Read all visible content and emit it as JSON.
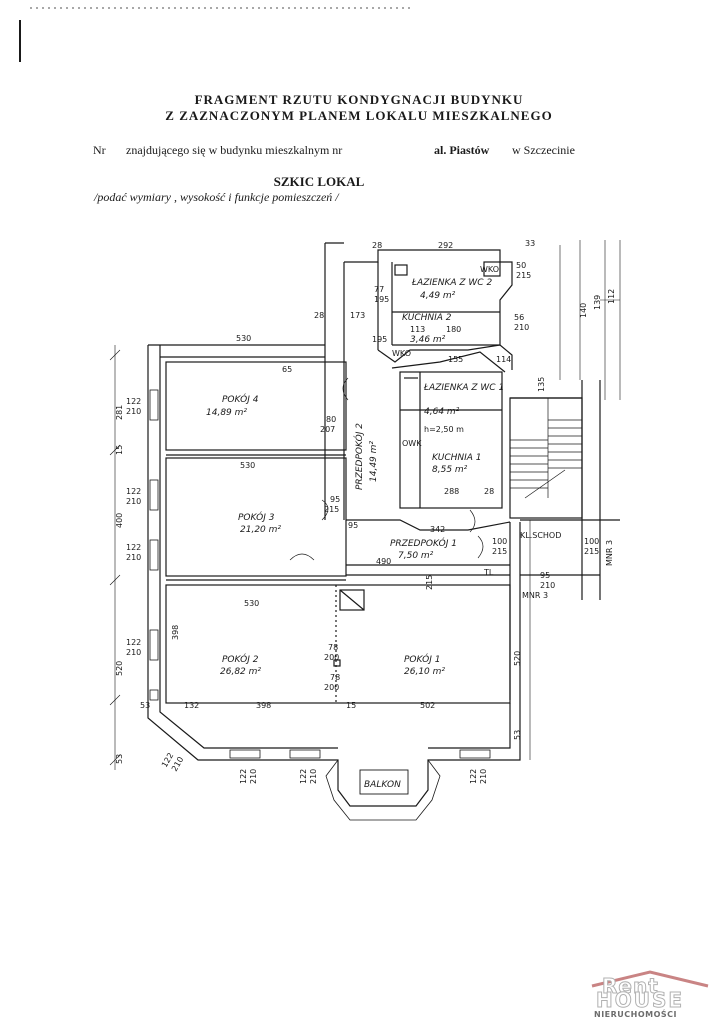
{
  "header": {
    "title_line1": "FRAGMENT  RZUTU  KONDYGNACJI BUDYNKU",
    "title_line2": "Z ZAZNACZONYM PLANEM LOKALU MIESZKALNEGO",
    "nr_label": "Nr",
    "located_text": "znajdującego się w budynku mieszkalnym nr",
    "street": "al. Piastów",
    "city": "w Szczecinie",
    "sketch_title": "SZKIC LOKAL",
    "sketch_hint": "/podać wymiary , wysokość i funkcje pomieszczeń /"
  },
  "rooms": {
    "lazienka2": {
      "name": "ŁAZIENKA Z WC 2",
      "area": "4,49 m²"
    },
    "kuchnia2": {
      "name": "KUCHNIA 2",
      "area": "3,46 m²"
    },
    "lazienka1": {
      "name": "ŁAZIENKA Z WC 1",
      "area": "4,64 m²"
    },
    "kuchnia1": {
      "name": "KUCHNIA 1",
      "area": "8,55 m²"
    },
    "pokoj4": {
      "name": "POKÓJ 4",
      "area": "14,89 m²"
    },
    "pokoj3": {
      "name": "POKÓJ 3",
      "area": "21,20 m²"
    },
    "przedpokoj2": {
      "name": "PRZEDPOKÓJ 2",
      "area": "14,49 m²"
    },
    "przedpokoj1": {
      "name": "PRZEDPOKÓJ 1",
      "area": "7,50 m²"
    },
    "pokoj2": {
      "name": "POKÓJ 2",
      "area": "26,82 m²"
    },
    "pokoj1": {
      "name": "POKÓJ 1",
      "area": "26,10 m²"
    },
    "balkon": {
      "name": "BALKON"
    }
  },
  "labels": {
    "wko1": "WKO",
    "wko2": "WKO",
    "owk": "OWK",
    "height": "h=2,50 m",
    "kl_schod": "KL.SCHOD",
    "mnr3a": "MNR 3",
    "mnr3b": "MNR 3",
    "tl": "TL"
  },
  "dimensions": {
    "d292": "292",
    "d28a": "28",
    "d33": "33",
    "d50": "50",
    "d215a": "215",
    "d77": "77",
    "d195a": "195",
    "d173": "173",
    "d28b": "28",
    "d113": "113",
    "d180": "180",
    "d56": "56",
    "d210a": "210",
    "d195b": "195",
    "d530a": "530",
    "d65": "65",
    "d155": "155",
    "d114": "114",
    "d80": "80",
    "d207": "207",
    "d135": "135",
    "d122a": "122",
    "d210b": "210",
    "d281": "281",
    "d15": "15",
    "d530b": "530",
    "d400": "400",
    "d122b": "122",
    "d210c": "210",
    "d95a": "95",
    "d215b": "215",
    "d288": "288",
    "d28c": "28",
    "d122c": "122",
    "d210d": "210",
    "d95b": "95",
    "d342": "342",
    "d490": "490",
    "d215c": "215",
    "d100a": "100",
    "d215d": "215",
    "d100b": "100",
    "d215e": "215",
    "d95c": "95",
    "d210e": "210",
    "d530c": "530",
    "d398a": "398",
    "d122d": "122",
    "d210f": "210",
    "d78a": "78",
    "d200a": "200",
    "d78b": "78",
    "d200b": "200",
    "d520a": "520",
    "d520b": "520",
    "d53a": "53",
    "d132": "132",
    "d398b": "398",
    "d15b": "15",
    "d502": "502",
    "d53b": "53",
    "d53c": "53",
    "d122e": "122",
    "d210g": "210",
    "d122f": "122",
    "d210h": "210",
    "d122g": "122",
    "d210i": "210",
    "d122h": "122",
    "d210j": "210",
    "d140": "140",
    "d139": "139",
    "d112": "112"
  },
  "logo": {
    "word1": "Rent",
    "word2": "HOUSE",
    "sub": "NIERUCHOMOŚCI"
  }
}
